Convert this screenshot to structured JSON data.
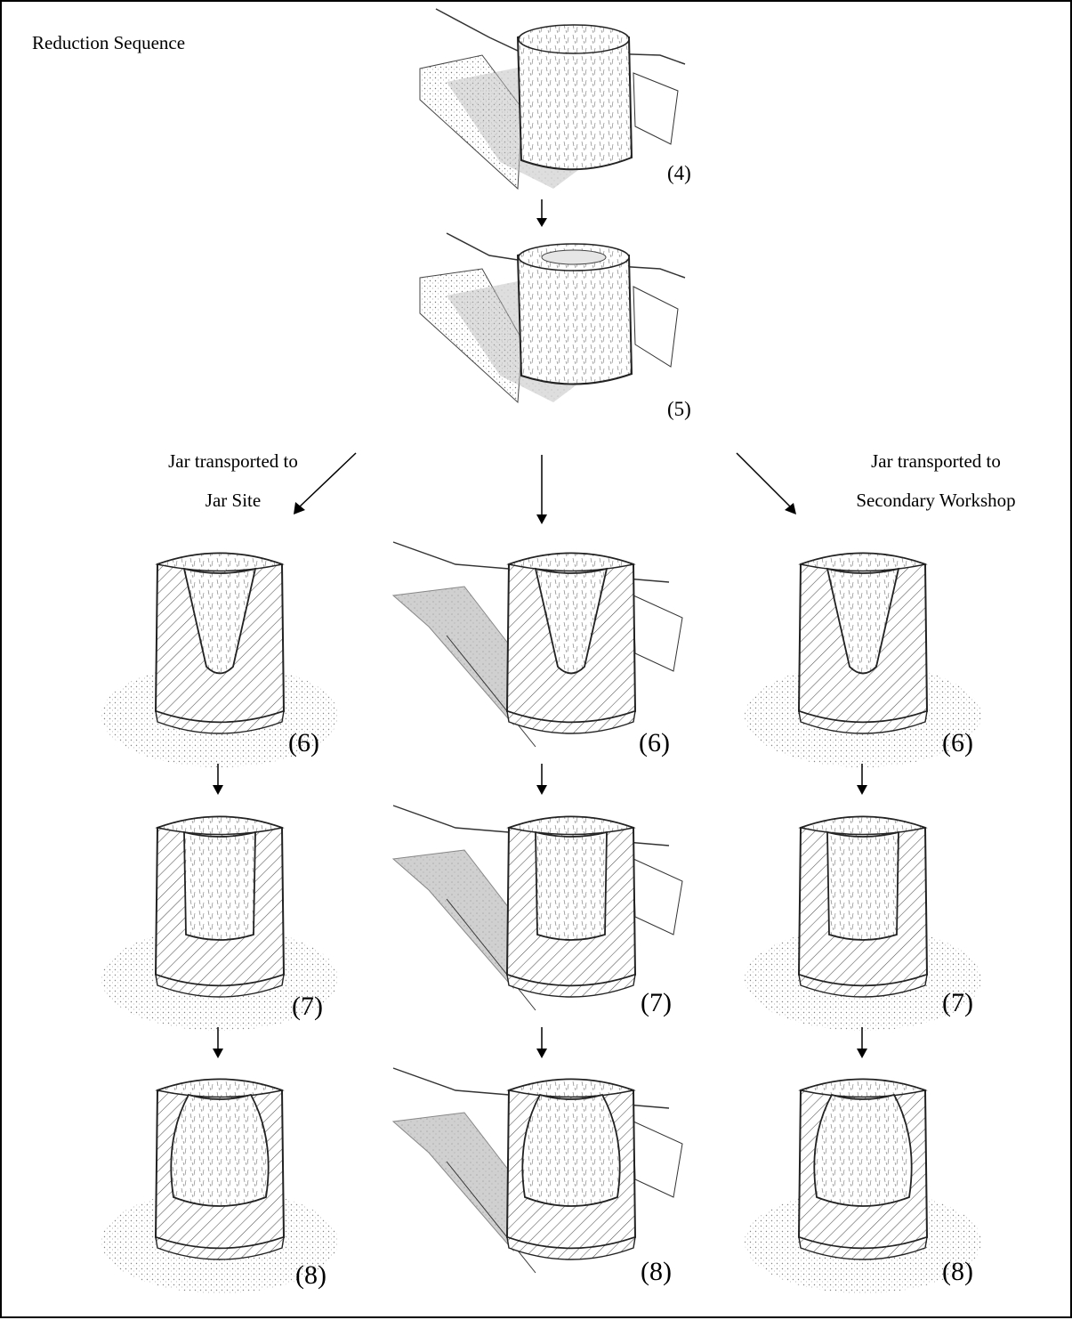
{
  "title": "Reduction Sequence",
  "steps": {
    "s4": "(4)",
    "s5": "(5)",
    "s6": "(6)",
    "s7": "(7)",
    "s8": "(8)"
  },
  "branches": {
    "left_line1": "Jar transported to",
    "left_line2": "Jar Site",
    "right_line1": "Jar transported to",
    "right_line2": "Secondary Workshop"
  }
}
